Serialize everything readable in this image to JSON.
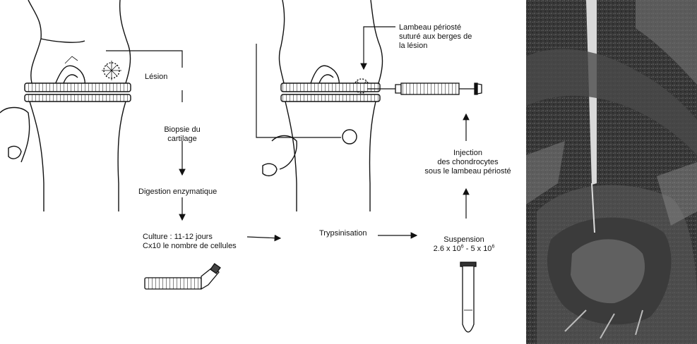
{
  "labels": {
    "lesion": "Lésion",
    "lambeau": [
      "Lambeau périosté",
      "suturé aux berges de",
      "la lésion"
    ],
    "biopsie": [
      "Biopsie du",
      "cartilage"
    ],
    "digestion": "Digestion enzymatique",
    "culture": [
      "Culture : 11-12 jours",
      "Cx10 le nombre de cellules"
    ],
    "trypsinisation": "Trypsinisation",
    "suspension": "Suspension",
    "suspension_count": {
      "a": "2.6 x 10",
      "a_exp": "6",
      "sep": " - 5 x 10",
      "b_exp": "6"
    },
    "injection": [
      "Injection",
      "des chondrocytes",
      "sous le lambeau périosté"
    ]
  },
  "icons": {
    "knee_left": "knee-joint-with-lesion-icon",
    "knee_right": "knee-joint-with-patch-icon",
    "syringe": "syringe-icon",
    "culture_flask": "culture-flask-icon",
    "test_tube": "test-tube-icon",
    "surgical_photo": "surgical-photo"
  }
}
